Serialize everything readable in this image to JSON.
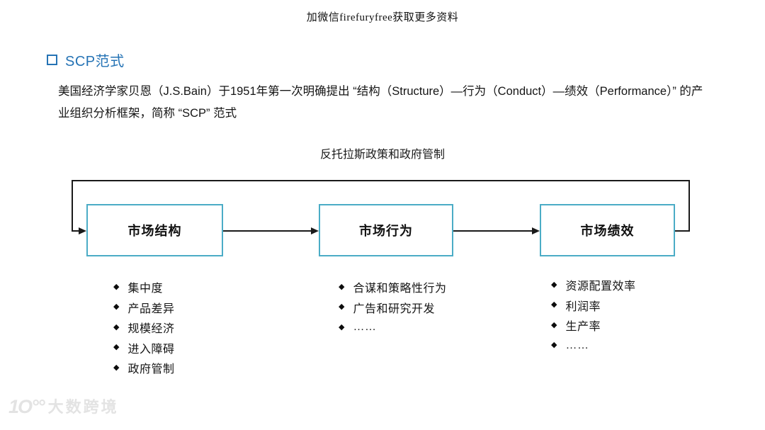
{
  "watermark_top": "加微信firefuryfree获取更多资料",
  "header": {
    "title": "SCP范式"
  },
  "intro": {
    "line1": "美国经济学家贝恩（J.S.Bain）于1951年第一次明确提出 “结构（Structure）—行为（Conduct）—绩效（Performance）” 的产",
    "line2": "业组织分析框架，简称 “SCP” 范式"
  },
  "diagram": {
    "top_label": "反托拉斯政策和政府管制",
    "boxes": [
      {
        "label": "市场结构"
      },
      {
        "label": "市场行为"
      },
      {
        "label": "市场绩效"
      }
    ],
    "bullet_glyph": "◆",
    "lists": [
      {
        "items": [
          "集中度",
          "产品差异",
          "规模经济",
          "进入障碍",
          "政府管制"
        ]
      },
      {
        "items": [
          "合谋和策略性行为",
          "广告和研究开发",
          "……"
        ]
      },
      {
        "items": [
          "资源配置效率",
          "利润率",
          "生产率",
          "……"
        ]
      }
    ],
    "colors": {
      "box_border": "#4BACC6",
      "line": "#1a1a1a",
      "heading_blue": "#2573B5"
    }
  },
  "footer": {
    "logo_icon": "1O°°",
    "logo_text": "大数跨境"
  }
}
